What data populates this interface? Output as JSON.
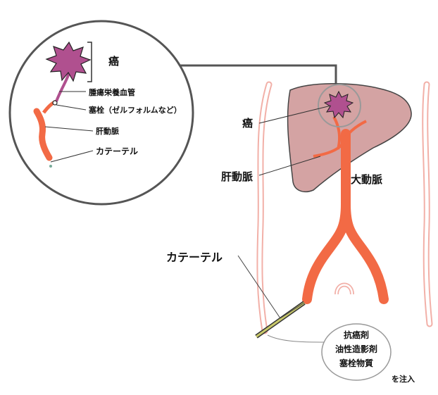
{
  "colors": {
    "cancer": "#b0508f",
    "artery": "#f26a45",
    "liver": "#d4a3a3",
    "bone": "#f2b0a8",
    "outline": "#555555"
  },
  "zoom": {
    "cancer_label": "癌",
    "tumor_vessel_label": "腫瘍栄養血管",
    "embolus_label": "塞栓（ゼルフォルムなど）",
    "hepatic_artery_label": "肝動脈",
    "catheter_label": "カテーテル"
  },
  "body": {
    "cancer_label": "癌",
    "hepatic_artery_label": "肝動脈",
    "aorta_label": "大動脈",
    "catheter_label": "カテーテル"
  },
  "injection": {
    "agents": [
      "抗癌剤",
      "油性造影剤",
      "塞栓物質"
    ],
    "inject_label": "を注入"
  }
}
